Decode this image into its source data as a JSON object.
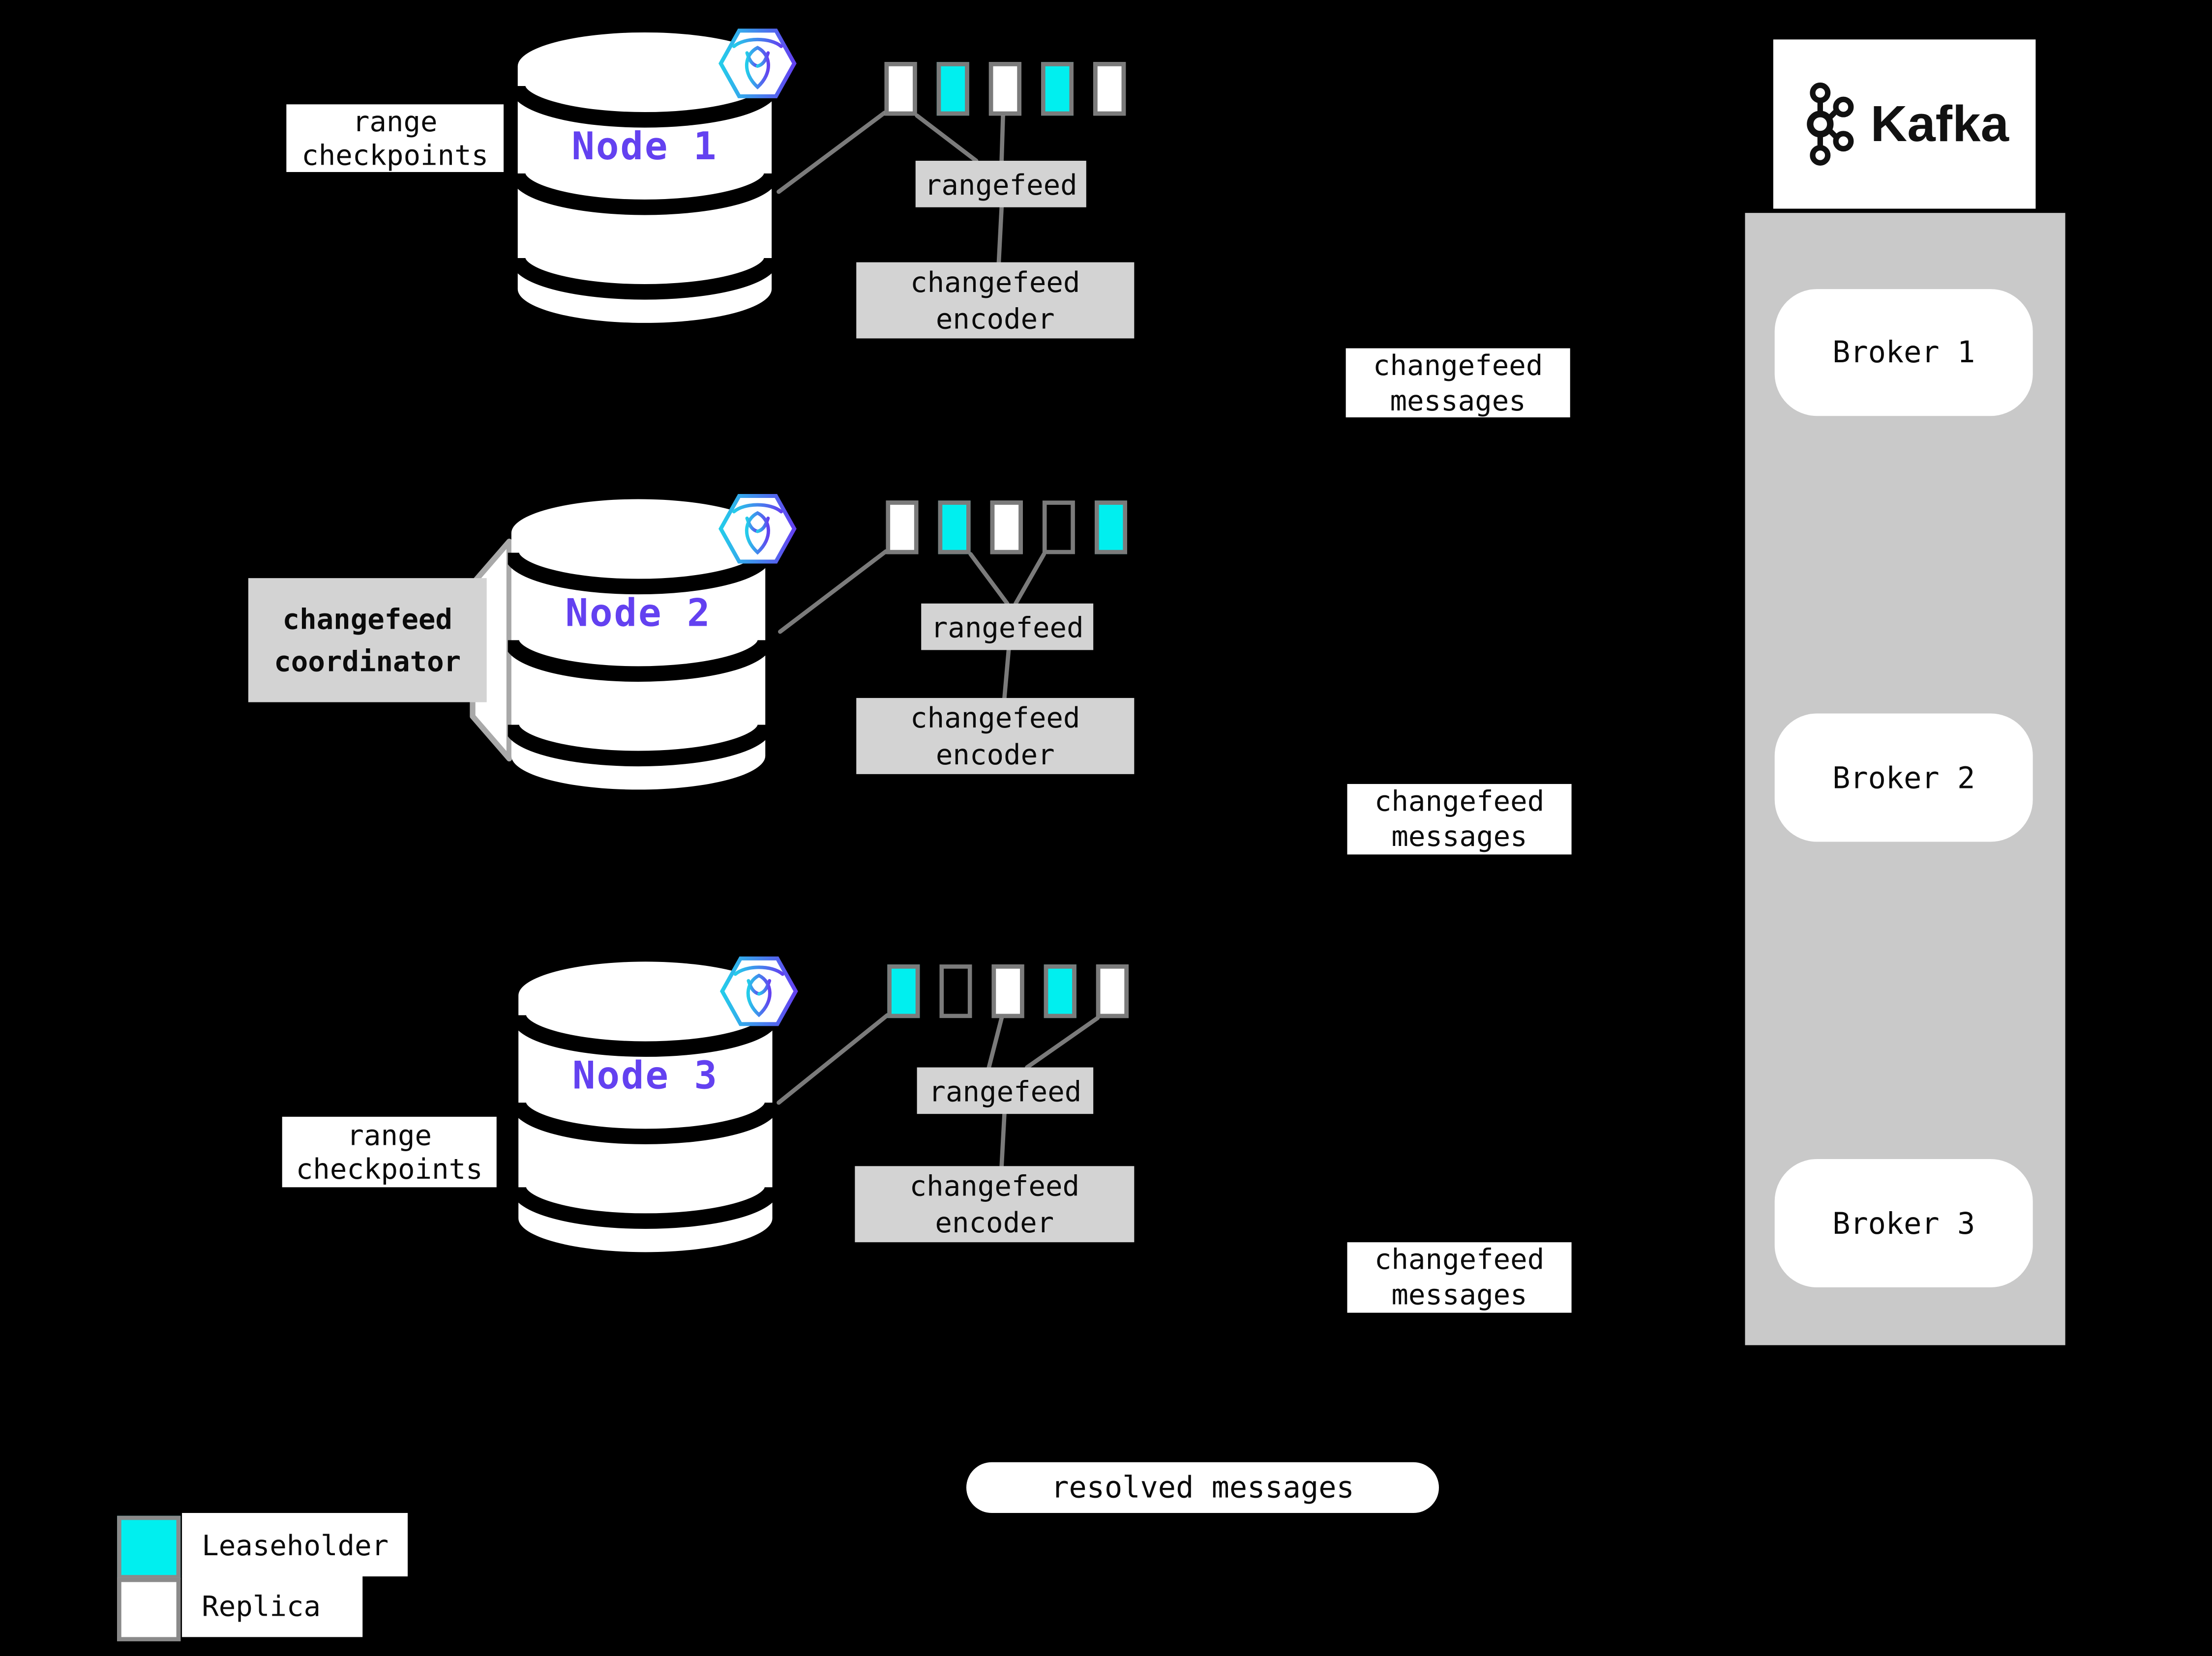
{
  "nodes": [
    {
      "name": "Node 1",
      "side_label": {
        "line1": "range",
        "line2": "checkpoints"
      },
      "ranges": [
        "replica",
        "leaseholder",
        "replica",
        "leaseholder",
        "replica"
      ],
      "rangefeed_label": "rangefeed",
      "encoder": {
        "line1": "changefeed",
        "line2": "encoder"
      },
      "messages": {
        "line1": "changefeed",
        "line2": "messages"
      }
    },
    {
      "name": "Node 2",
      "coordinator": {
        "line1": "changefeed",
        "line2": "coordinator"
      },
      "ranges": [
        "replica",
        "leaseholder",
        "replica",
        "empty",
        "leaseholder"
      ],
      "rangefeed_label": "rangefeed",
      "encoder": {
        "line1": "changefeed",
        "line2": "encoder"
      },
      "messages": {
        "line1": "changefeed",
        "line2": "messages"
      }
    },
    {
      "name": "Node 3",
      "side_label": {
        "line1": "range",
        "line2": "checkpoints"
      },
      "ranges": [
        "leaseholder",
        "empty",
        "replica",
        "leaseholder",
        "replica"
      ],
      "rangefeed_label": "rangefeed",
      "encoder": {
        "line1": "changefeed",
        "line2": "encoder"
      },
      "messages": {
        "line1": "changefeed",
        "line2": "messages"
      }
    }
  ],
  "kafka": {
    "wordmark": "Kafka",
    "brokers": [
      {
        "label": "Broker 1"
      },
      {
        "label": "Broker 2"
      },
      {
        "label": "Broker 3"
      }
    ]
  },
  "resolved_label": "resolved messages",
  "legend": [
    {
      "type": "leaseholder",
      "label": "Leaseholder"
    },
    {
      "type": "replica",
      "label": "Replica"
    }
  ],
  "icons": {
    "cockroach_icon": "cockroachdb-hexagon-badge",
    "kafka_icon": "kafka-node-graph",
    "database_icon": "database-cylinder",
    "coordinator_flag_icon": "page-flag"
  },
  "colors": {
    "background": "#000000",
    "leaseholder_fill": "#00efef",
    "replica_fill": "#ffffff",
    "range_border": "#7b7b7b",
    "connector_line": "#7b7b7b",
    "gray_box": "#d3d3d3",
    "kafka_panel": "#c9c9c9",
    "node_label_text": "#6341f0",
    "text": "#0b0b0b",
    "cockroach_gradient_start": "#24cdea",
    "cockroach_gradient_end": "#6341f0"
  }
}
